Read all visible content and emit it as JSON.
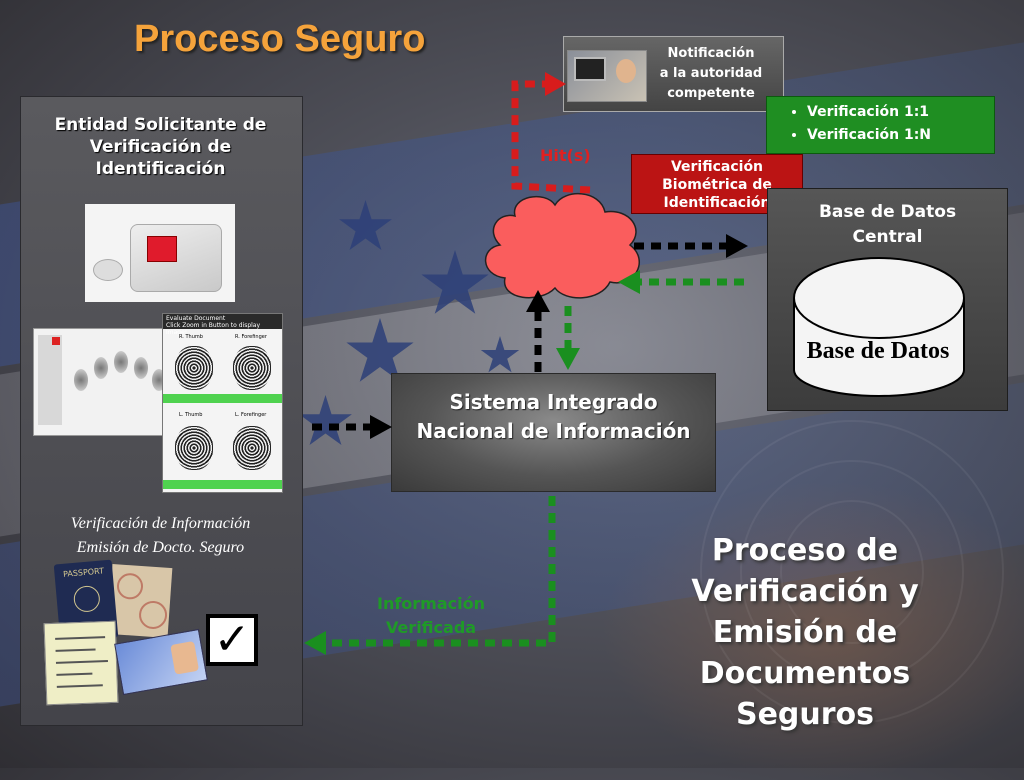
{
  "title": "Proceso Seguro",
  "left_panel": {
    "heading": [
      "Entidad Solicitante de",
      "Verificación de",
      "Identificación"
    ],
    "eval_window": {
      "header_lines": [
        "Evaluate Document",
        "Click Zoom in Button to display Image!"
      ],
      "labels": [
        "R. Thumb",
        "R. Forefinger",
        "L. Thumb",
        "L. Forefinger"
      ]
    },
    "subtitle": [
      "Verificación de Información",
      "Emisión de Docto. Seguro"
    ],
    "passport_label": "PASSPORT",
    "checkmark": "✓"
  },
  "notification": {
    "lines": [
      "Notificación",
      "a la autoridad",
      "competente"
    ]
  },
  "verification_types": [
    "Verificación 1:1",
    "Verificación 1:N"
  ],
  "hits_label": "Hit(s)",
  "biometric_box": {
    "lines": [
      "Verificación",
      "Biométrica de",
      "Identificación"
    ]
  },
  "database": {
    "title": [
      "Base de Datos",
      "Central"
    ],
    "cylinder_label": "Base de Datos"
  },
  "central_system": {
    "lines": [
      "Sistema Integrado",
      "Nacional de Información"
    ]
  },
  "verified_label": [
    "Información",
    "Verificada"
  ],
  "main_caption": [
    "Proceso de",
    "Verificación y",
    "Emisión de",
    "Documentos",
    "Seguros"
  ],
  "colors": {
    "title": "#f5a33b",
    "red_box": "#bb1414",
    "green_box": "#1f8e22",
    "cloud": "#fa5d5d",
    "green_arrow": "#1a8f1f",
    "red_arrow": "#d81c1c",
    "black_arrow": "#000000"
  }
}
